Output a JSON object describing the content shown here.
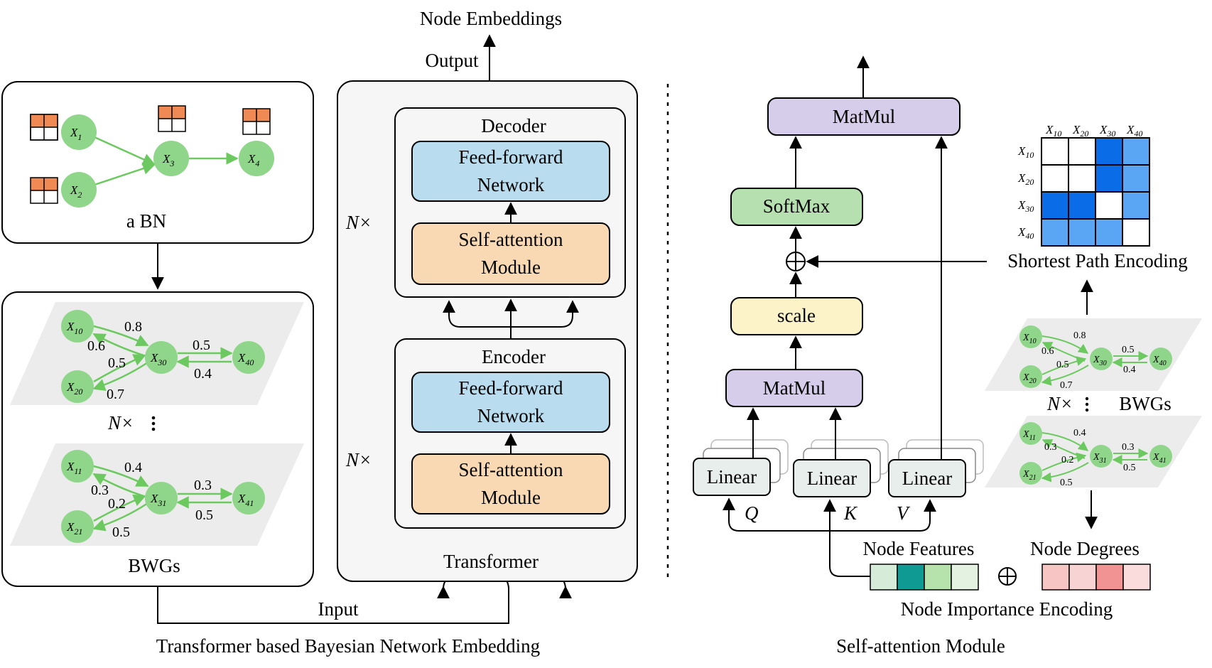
{
  "colors": {
    "node_green": "#8fd68a",
    "edge_green": "#6cc95f",
    "cpt_orange": "#f08a55",
    "plane_gray": "#ececec",
    "ffn_blue": "#b9ddef",
    "sa_orange": "#f8d9b4",
    "matmul_purple": "#d6cdea",
    "softmax_green": "#b7e0b0",
    "scale_yellow": "#fdf3c9",
    "linear_gray": "#e8eeec",
    "matrix_dark_blue": "#0a6ce6",
    "matrix_light_blue": "#5aa6f5"
  },
  "left": {
    "bn_caption": "a BN",
    "bn_nodes": {
      "x1": "X",
      "x1_sub": "1",
      "x2": "X",
      "x2_sub": "2",
      "x3": "X",
      "x3_sub": "3",
      "x4": "X",
      "x4_sub": "4"
    },
    "bwg_top": {
      "n10": "X",
      "n10_sub": "10",
      "n20": "X",
      "n20_sub": "20",
      "n30": "X",
      "n30_sub": "30",
      "n40": "X",
      "n40_sub": "40",
      "w_10_30": "0.8",
      "w_30_10": "0.6",
      "w_20_30": "0.5",
      "w_30_20": "0.7",
      "w_30_40": "0.5",
      "w_40_30": "0.4"
    },
    "bwg_bottom": {
      "n11": "X",
      "n11_sub": "11",
      "n21": "X",
      "n21_sub": "21",
      "n31": "X",
      "n31_sub": "31",
      "n41": "X",
      "n41_sub": "41",
      "w_11_31": "0.4",
      "w_31_11": "0.3",
      "w_21_31": "0.2",
      "w_31_21": "0.5",
      "w_31_41": "0.3",
      "w_41_31": "0.5"
    },
    "repeat_label": "N×",
    "bwgs_caption": "BWGs",
    "input_label": "Input"
  },
  "transformer": {
    "output_top": "Node Embeddings",
    "output_label": "Output",
    "decoder_title": "Decoder",
    "encoder_title": "Encoder",
    "ffn_line1": "Feed-forward",
    "ffn_line2": "Network",
    "sa_line1": "Self-attention",
    "sa_line2": "Module",
    "repeat_label": "N×",
    "caption": "Transformer"
  },
  "attention": {
    "matmul_top": "MatMul",
    "softmax": "SoftMax",
    "scale": "scale",
    "matmul_bottom": "MatMul",
    "linear": "Linear",
    "q": "Q",
    "k": "K",
    "v": "V",
    "node_features": "Node Features",
    "node_degrees": "Node Degrees",
    "node_importance": "Node Importance Encoding",
    "shortest_path": "Shortest Path Encoding",
    "bwgs_label": "BWGs",
    "repeat_label": "N×",
    "feature_colors": [
      "#d6ecd9",
      "#0f9b93",
      "#b6e3ab",
      "#e4f2e1"
    ],
    "degree_colors": [
      "#f8c5c5",
      "#f8d3d3",
      "#f19393",
      "#fbdcdc"
    ],
    "matrix": {
      "col_labels": [
        {
          "x": "X",
          "sub": "10"
        },
        {
          "x": "X",
          "sub": "20"
        },
        {
          "x": "X",
          "sub": "30"
        },
        {
          "x": "X",
          "sub": "40"
        }
      ],
      "row_labels": [
        {
          "x": "X",
          "sub": "10"
        },
        {
          "x": "X",
          "sub": "20"
        },
        {
          "x": "X",
          "sub": "30"
        },
        {
          "x": "X",
          "sub": "40"
        }
      ],
      "cell_colors": [
        [
          "#ffffff",
          "#ffffff",
          "#0a6ce6",
          "#5aa6f5"
        ],
        [
          "#ffffff",
          "#ffffff",
          "#0a6ce6",
          "#5aa6f5"
        ],
        [
          "#0a6ce6",
          "#0a6ce6",
          "#ffffff",
          "#5aa6f5"
        ],
        [
          "#5aa6f5",
          "#5aa6f5",
          "#5aa6f5",
          "#ffffff"
        ]
      ]
    },
    "small_bwg_top": {
      "w1": "0.8",
      "w2": "0.6",
      "w3": "0.5",
      "w4": "0.7",
      "w5": "0.5",
      "w6": "0.4",
      "n10_sub": "10",
      "n20_sub": "20",
      "n30_sub": "30",
      "n40_sub": "40"
    },
    "small_bwg_bottom": {
      "w1": "0.4",
      "w2": "0.3",
      "w3": "0.2",
      "w4": "0.5",
      "w5": "0.3",
      "w6": "0.5",
      "n11_sub": "11",
      "n21_sub": "21",
      "n31_sub": "31",
      "n41_sub": "41"
    }
  },
  "captions": {
    "left": "Transformer based Bayesian Network Embedding",
    "right": "Self-attention Module"
  }
}
